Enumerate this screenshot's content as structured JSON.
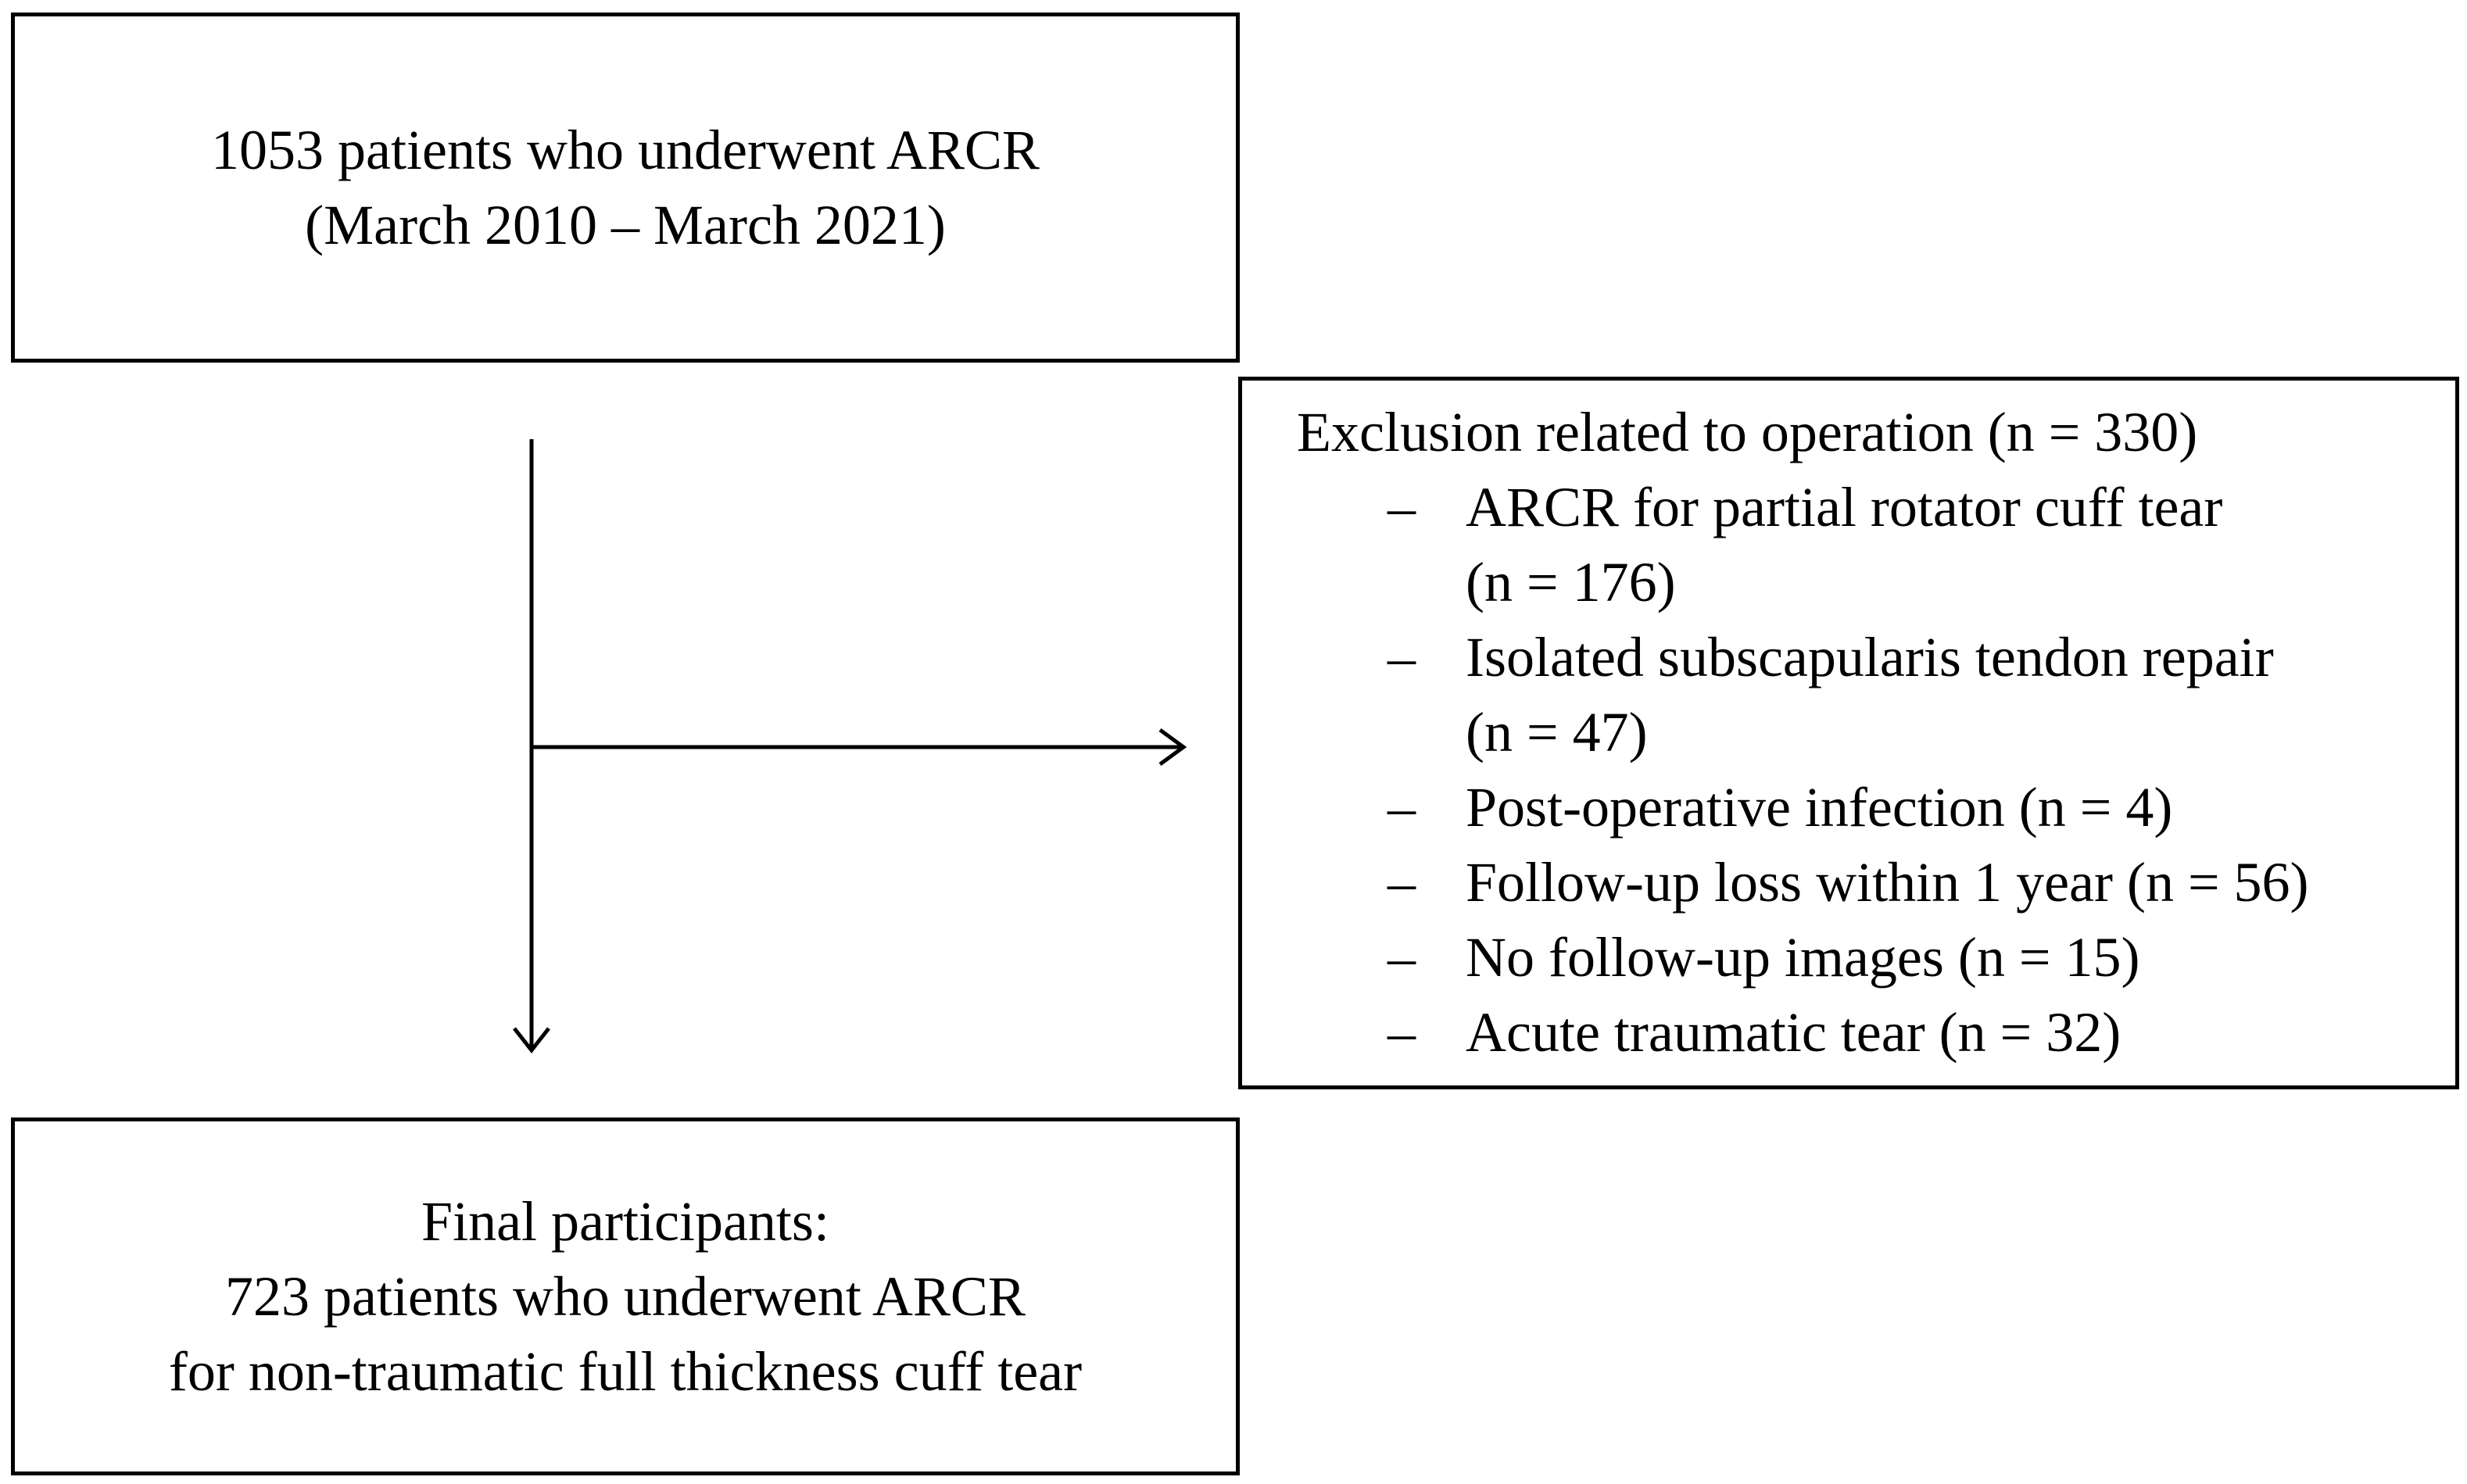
{
  "start_box": {
    "line1": "1053 patients who underwent ARCR",
    "line2": "(March 2010 – March 2021)"
  },
  "exclusion_box": {
    "header": "Exclusion related to operation (n = 330)",
    "dash": "–",
    "items": [
      {
        "line1": "ARCR for partial rotator cuff tear",
        "line2": "(n = 176)"
      },
      {
        "line1": "Isolated subscapularis tendon repair",
        "line2": "(n = 47)"
      },
      {
        "line1": "Post-operative infection (n = 4)",
        "line2": ""
      },
      {
        "line1": "Follow-up loss within 1 year (n = 56)",
        "line2": ""
      },
      {
        "line1": "No follow-up images (n = 15)",
        "line2": ""
      },
      {
        "line1": "Acute traumatic tear (n = 32)",
        "line2": ""
      }
    ]
  },
  "final_box": {
    "line1": "Final participants:",
    "line2": "723 patients who underwent ARCR",
    "line3": "for non-traumatic full thickness cuff tear"
  }
}
